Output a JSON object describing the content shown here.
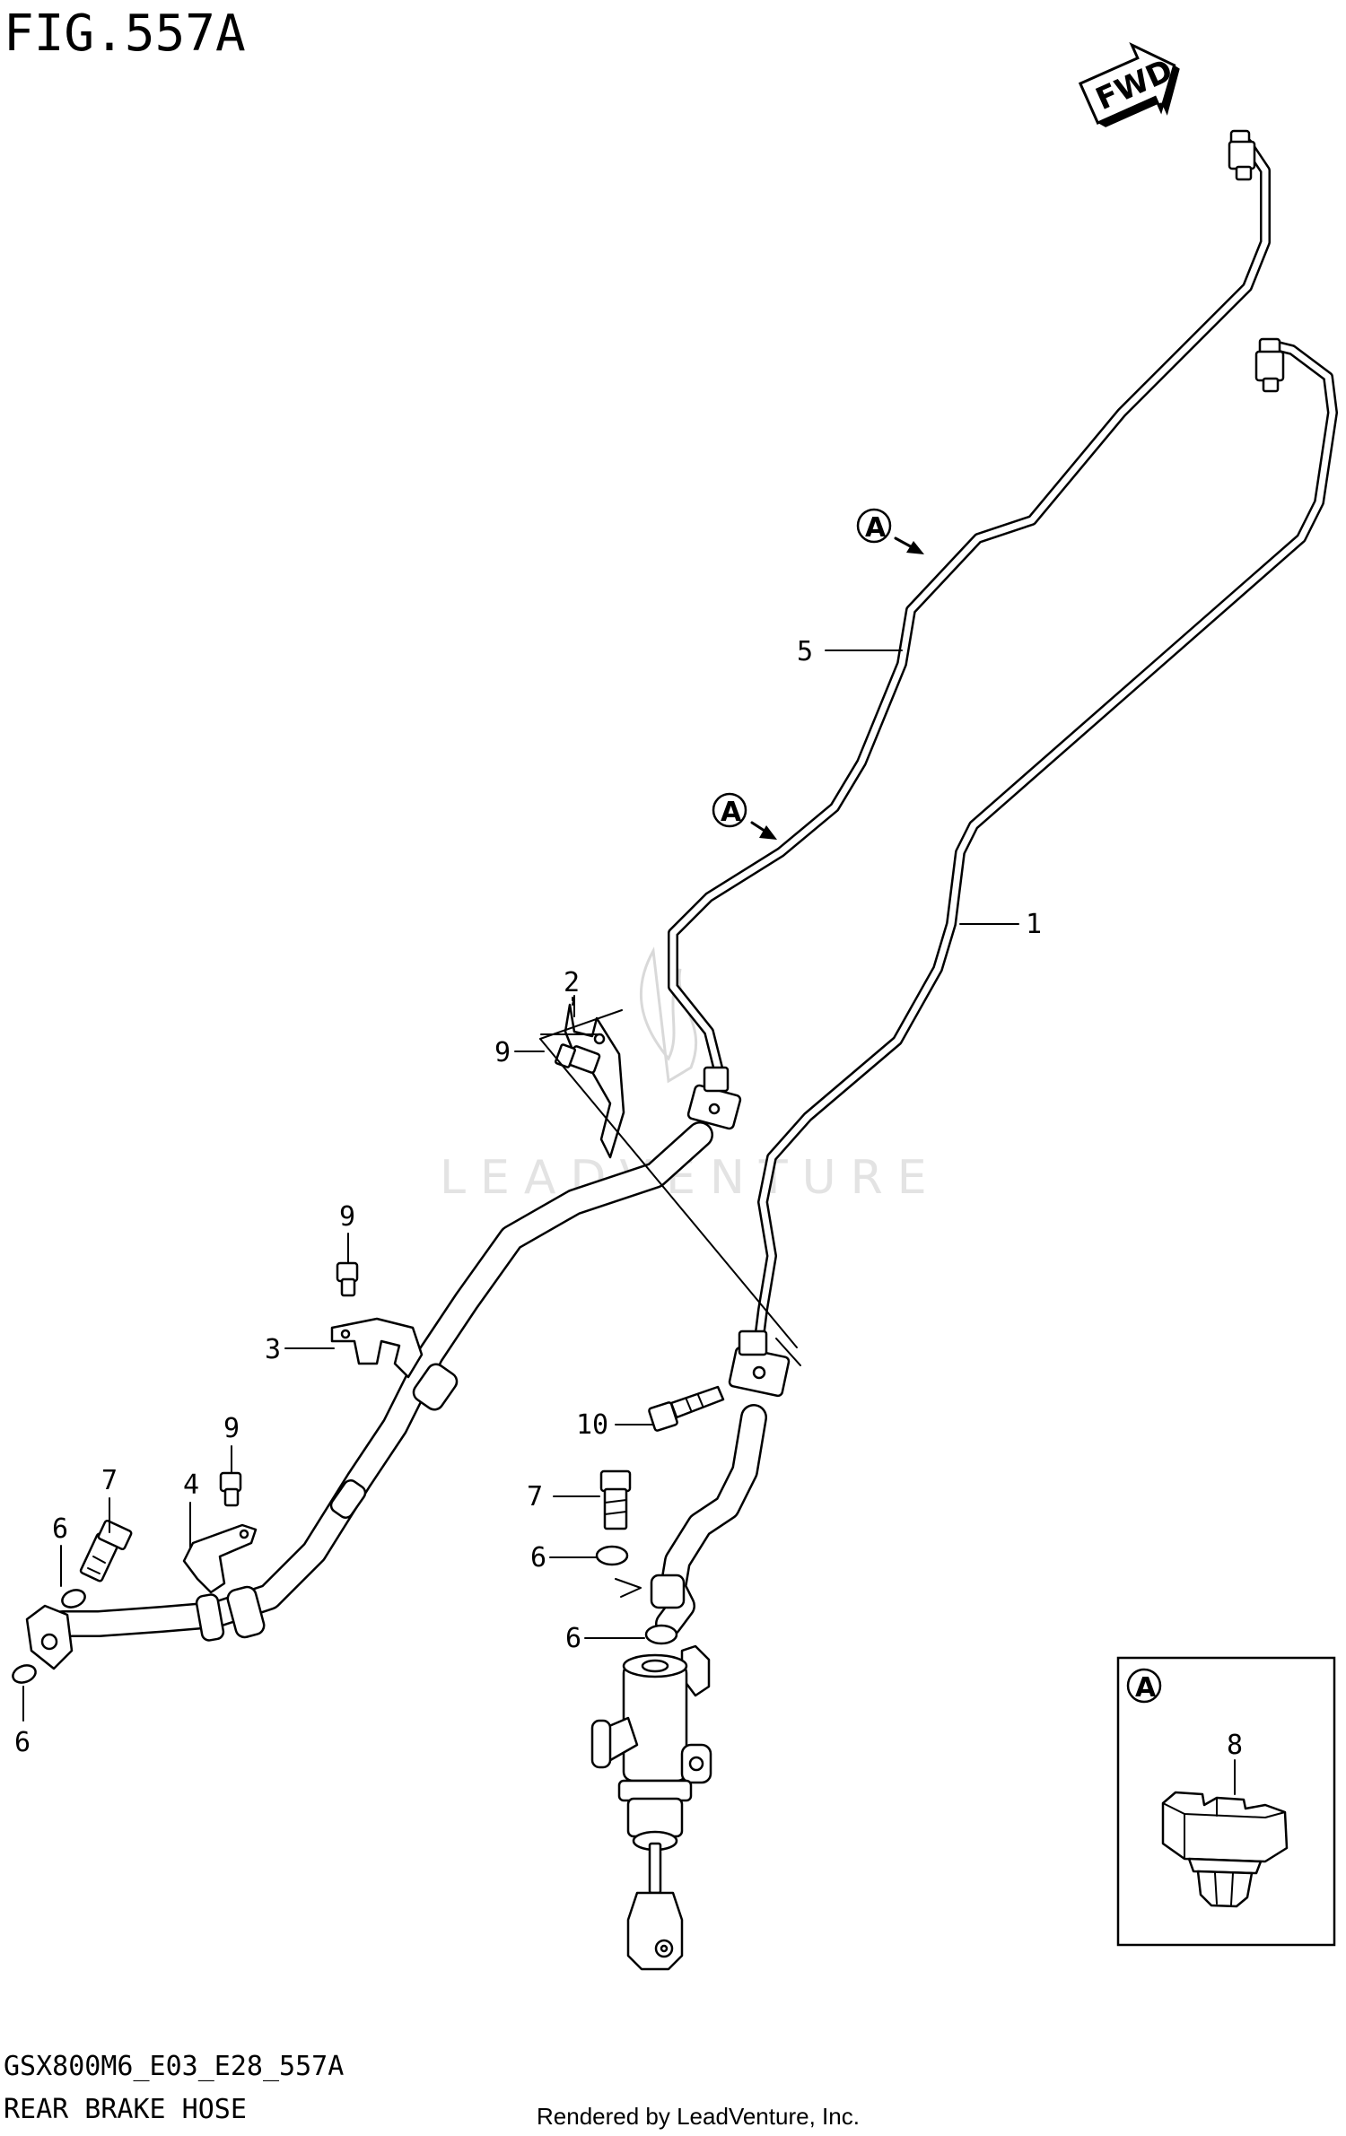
{
  "header": {
    "figure_title": "FIG.557A"
  },
  "direction": {
    "label": "FWD"
  },
  "watermark": {
    "brand_text": "LEADVENTURE"
  },
  "callouts": {
    "p1": "1",
    "p2": "2",
    "p3": "3",
    "p4": "4",
    "p5": "5",
    "p6a": "6",
    "p6b": "6",
    "p6c": "6",
    "p6d": "6",
    "p7a": "7",
    "p7b": "7",
    "p8": "8",
    "p9a": "9",
    "p9b": "9",
    "p9c": "9",
    "p10": "10"
  },
  "markers": {
    "clip_ref": "A"
  },
  "inset": {
    "ref_label": "A",
    "part_number": "8"
  },
  "footer": {
    "model_code": "GSX800M6_E03_E28_557A",
    "section_title": "REAR BRAKE HOSE",
    "credit": "Rendered by LeadVenture, Inc."
  }
}
